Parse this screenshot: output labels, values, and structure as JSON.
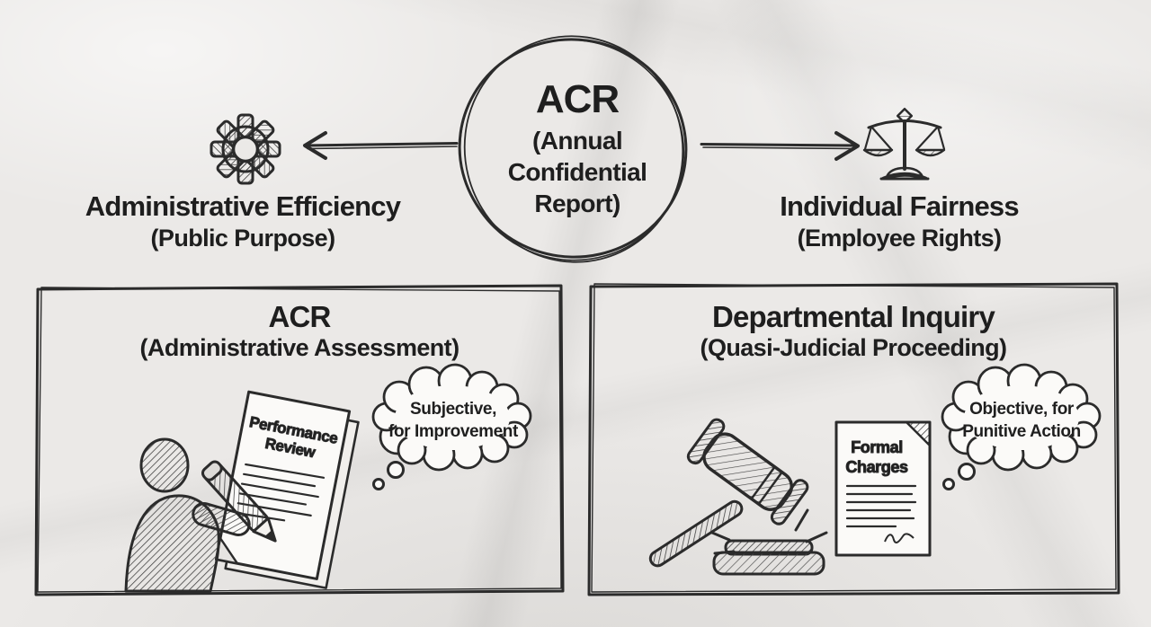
{
  "colors": {
    "ink": "#2b2b2b",
    "paper": "#ebe9e7",
    "sheet": "#fbfaf8"
  },
  "center": {
    "icon": "sketch-circle",
    "title": "ACR",
    "subtitle_lines": [
      "(Annual",
      "Confidential",
      "Report)"
    ]
  },
  "left_branch": {
    "icon": "gear-icon",
    "title": "Administrative Efficiency",
    "subtitle": "(Public Purpose)"
  },
  "right_branch": {
    "icon": "scales-icon",
    "title": "Individual Fairness",
    "subtitle": "(Employee Rights)"
  },
  "left_box": {
    "title": "ACR",
    "subtitle": "(Administrative Assessment)",
    "illustrations": [
      "person-writing-icon",
      "pencil-icon",
      "document-icon"
    ],
    "document": {
      "title_lines": [
        "Performance",
        "Review"
      ]
    },
    "thought": {
      "lines": [
        "Subjective,",
        "for Improvement"
      ]
    }
  },
  "right_box": {
    "title": "Departmental Inquiry",
    "subtitle": "(Quasi-Judicial Proceeding)",
    "illustrations": [
      "gavel-icon",
      "document-icon"
    ],
    "document": {
      "title_lines": [
        "Formal",
        "Charges"
      ]
    },
    "thought": {
      "lines": [
        "Objective, for",
        "Punitive Action"
      ]
    }
  }
}
